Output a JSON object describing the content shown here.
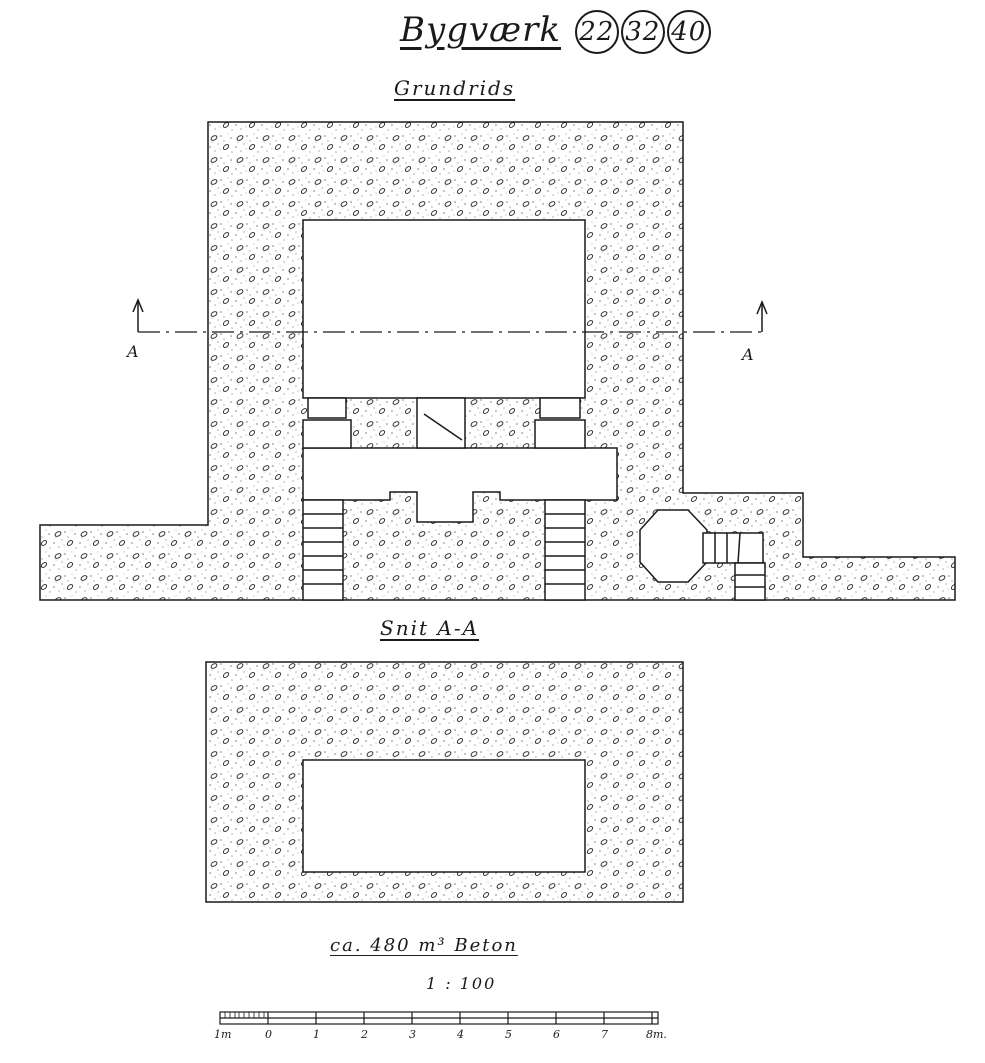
{
  "title": {
    "word": "Bygværk",
    "numbers": [
      "22",
      "32",
      "40"
    ]
  },
  "plan": {
    "heading": "Grundrids",
    "section_marker_left": "A",
    "section_marker_right": "A"
  },
  "section": {
    "heading": "Snit A-A"
  },
  "volume_note": "ca. 480 m³ Beton",
  "scale_ratio": "1 : 100",
  "scale_bar": {
    "labels": [
      "1m",
      "0",
      "1",
      "2",
      "3",
      "4",
      "5",
      "6",
      "7",
      "8m."
    ]
  },
  "colors": {
    "ink": "#1a1a1a",
    "paper": "#ffffff"
  }
}
